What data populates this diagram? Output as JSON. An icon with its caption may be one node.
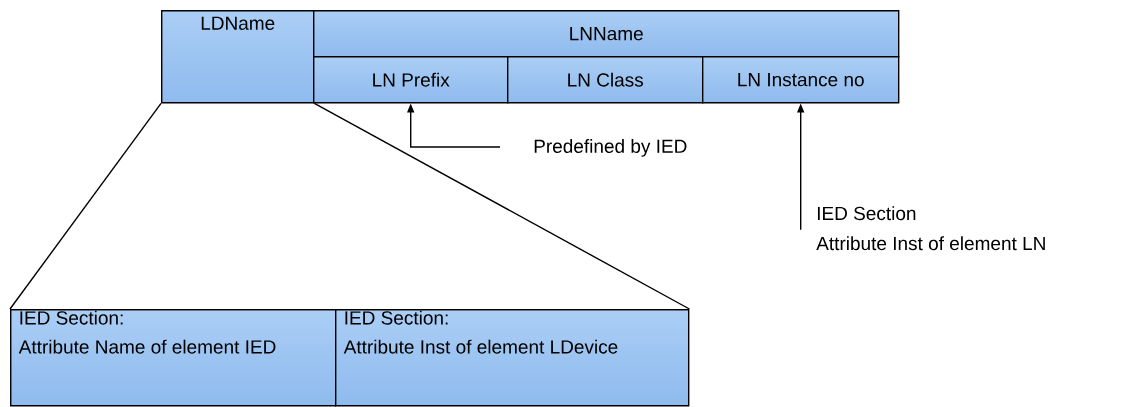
{
  "diagram": {
    "nodes": [
      {
        "text": [
          "LDName"
        ]
      },
      {
        "text": [
          "LNName"
        ]
      },
      {
        "text": [
          "LN Prefix"
        ]
      },
      {
        "text": [
          "LN Class"
        ]
      },
      {
        "text": [
          "LN Instance no"
        ]
      },
      {
        "text": [
          "IED Section:",
          "Attribute Name of element IED"
        ]
      },
      {
        "text": [
          "IED Section:",
          "Attribute Inst of element LDevice"
        ]
      },
      {
        "text": [
          "Predefined by IED"
        ]
      },
      {
        "text": [
          "IED Section",
          "Attribute Inst of element LN"
        ]
      }
    ],
    "edges": [
      {
        "from": 0,
        "to": 5,
        "arrow": "none"
      },
      {
        "from": 0,
        "to": 6,
        "arrow": "none"
      },
      {
        "from": 7,
        "to": 2,
        "arrow": "to"
      },
      {
        "from": 8,
        "to": 4,
        "arrow": "to"
      }
    ]
  }
}
